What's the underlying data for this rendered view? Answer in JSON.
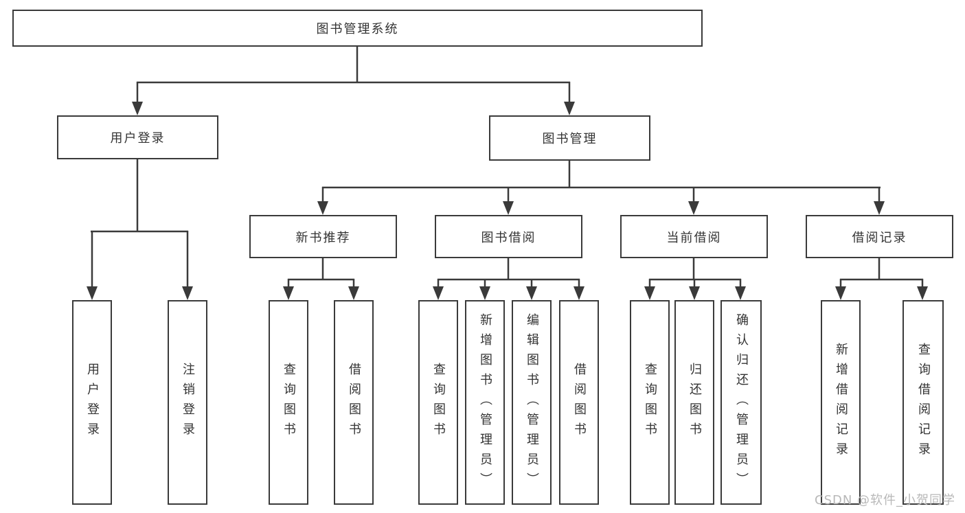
{
  "tree": {
    "root": {
      "label": "图书管理系统"
    },
    "children": [
      {
        "label": "用户登录",
        "children": [
          {
            "label": "用户登录"
          },
          {
            "label": "注销登录"
          }
        ]
      },
      {
        "label": "图书管理",
        "children": [
          {
            "label": "新书推荐",
            "children": [
              {
                "label": "查询图书"
              },
              {
                "label": "借阅图书"
              }
            ]
          },
          {
            "label": "图书借阅",
            "children": [
              {
                "label": "查询图书"
              },
              {
                "label": "新增图书（管理员）"
              },
              {
                "label": "编辑图书（管理员）"
              },
              {
                "label": "借阅图书"
              }
            ]
          },
          {
            "label": "当前借阅",
            "children": [
              {
                "label": "查询图书"
              },
              {
                "label": "归还图书"
              },
              {
                "label": "确认归还（管理员）"
              }
            ]
          },
          {
            "label": "借阅记录",
            "children": [
              {
                "label": "新增借阅记录"
              },
              {
                "label": "查询借阅记录"
              }
            ]
          }
        ]
      }
    ]
  },
  "watermark": {
    "text": "CSDN @软件_小贺同学"
  },
  "colors": {
    "line": "#3a3a3a",
    "text": "#333333",
    "watermark": "#b8b8b8",
    "bg": "#ffffff"
  }
}
